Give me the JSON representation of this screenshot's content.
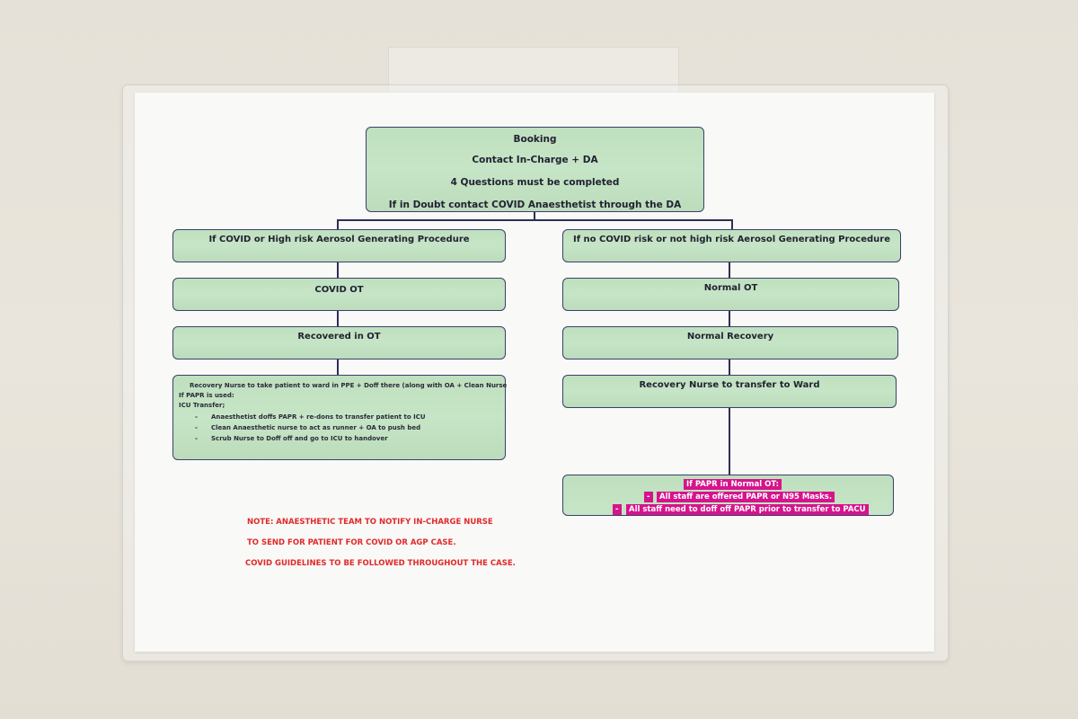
{
  "booking": {
    "title": "Booking",
    "line2": "Contact In-Charge + DA",
    "line3": "4 Questions must be completed",
    "line4": "If in Doubt contact COVID Anaesthetist through the DA"
  },
  "left_branch": {
    "condition": "If COVID or High risk Aerosol Generating Procedure",
    "theatre": "COVID OT",
    "recovery": "Recovered in OT",
    "details": {
      "line1": "Recovery Nurse to take patient to ward in PPE + Doff there (along with OA + Clean Nurse",
      "line2": "If PAPR is used:",
      "line3": "ICU Transfer;",
      "bullet1": "Anaesthetist doffs PAPR + re-dons to transfer patient to ICU",
      "bullet2": "Clean Anaesthetic nurse to act as runner + OA to push bed",
      "bullet3": "Scrub Nurse to Doff off and go to ICU to handover",
      "dash": "-"
    }
  },
  "right_branch": {
    "condition": "If no COVID risk or not high risk Aerosol Generating Procedure",
    "theatre": "Normal OT",
    "recovery": "Normal Recovery",
    "transfer": "Recovery Nurse to transfer to Ward",
    "papr": {
      "title": "If PAPR in Normal OT:",
      "item1": "All staff are offered PAPR or N95 Masks.",
      "item2": "All staff need to doff off PAPR prior to transfer to PACU",
      "dash": "-"
    }
  },
  "note": {
    "line1": "NOTE: ANAESTHETIC TEAM TO NOTIFY IN-CHARGE NURSE",
    "line2": "TO SEND FOR PATIENT FOR COVID OR AGP CASE.",
    "line3": "COVID GUIDELINES TO BE FOLLOWED THROUGHOUT THE CASE."
  },
  "colors": {
    "box_fill": "#c3e3c3",
    "border": "#3b3f6b",
    "highlight": "#d6148c",
    "note_text": "#e02a2a"
  }
}
